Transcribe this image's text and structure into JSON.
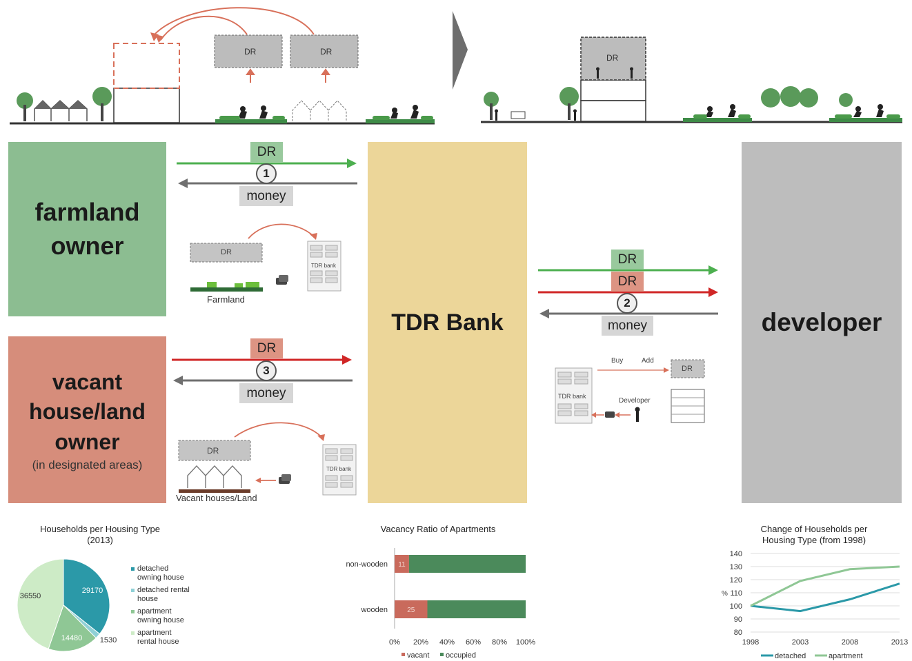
{
  "colors": {
    "green": "#8cbd91",
    "red": "#d68d7b",
    "tan": "#ecd699",
    "gray": "#bdbdbd",
    "chip_green": "#99c99d",
    "chip_red": "#dd9483",
    "teal": "#2b99a8",
    "light_green": "#8fc795",
    "dark_green": "#4b8a5b",
    "vacant_red": "#c96a5c"
  },
  "top": {
    "dr_label": "DR"
  },
  "blocks": {
    "farmland": "farmland\nowner",
    "vacant": "vacant\nhouse/land\nowner",
    "vacant_sub": "(in designated areas)",
    "bank": "TDR Bank",
    "developer": "developer"
  },
  "flows": {
    "dr": "DR",
    "money": "money",
    "n1": "1",
    "n2": "2",
    "n3": "3"
  },
  "mini": {
    "dr": "DR",
    "tdr_bank": "TDR bank",
    "farmland": "Farmland",
    "vacant_land": "Vacant houses/Land",
    "buy": "Buy",
    "add": "Add",
    "developer": "Developer"
  },
  "chart_data": [
    {
      "type": "pie",
      "title": "Households per Housing Type\n(2013)",
      "categories": [
        "detached owning house",
        "detached rental house",
        "apartment owning house",
        "apartment rental house"
      ],
      "legend": [
        "detached\nowning house",
        "detached rental\nhouse",
        "apartment\nowning house",
        "apartment\nrental house"
      ],
      "values": [
        29170,
        1530,
        14480,
        36550
      ],
      "colors": [
        "#2b99a8",
        "#8fd0d6",
        "#8fc795",
        "#cdebc6"
      ]
    },
    {
      "type": "bar",
      "title": "Vacancy Ratio of Apartments",
      "categories": [
        "non-wooden",
        "wooden"
      ],
      "series": [
        {
          "name": "vacant",
          "values": [
            11,
            25
          ]
        },
        {
          "name": "occupied",
          "values": [
            89,
            75
          ]
        }
      ],
      "xticks": [
        "0%",
        "20%",
        "40%",
        "60%",
        "80%",
        "100%"
      ],
      "xlim": [
        0,
        100
      ]
    },
    {
      "type": "line",
      "title": "Change of Households per\nHousing Type (from 1998)",
      "ylabel": "%",
      "x": [
        "1998",
        "2003",
        "2008",
        "2013"
      ],
      "ylim": [
        80,
        140
      ],
      "yticks": [
        80,
        90,
        100,
        110,
        120,
        130,
        140
      ],
      "series": [
        {
          "name": "detached",
          "values": [
            100,
            96,
            105,
            117
          ]
        },
        {
          "name": "apartment",
          "values": [
            100,
            119,
            128,
            130
          ]
        }
      ]
    }
  ]
}
